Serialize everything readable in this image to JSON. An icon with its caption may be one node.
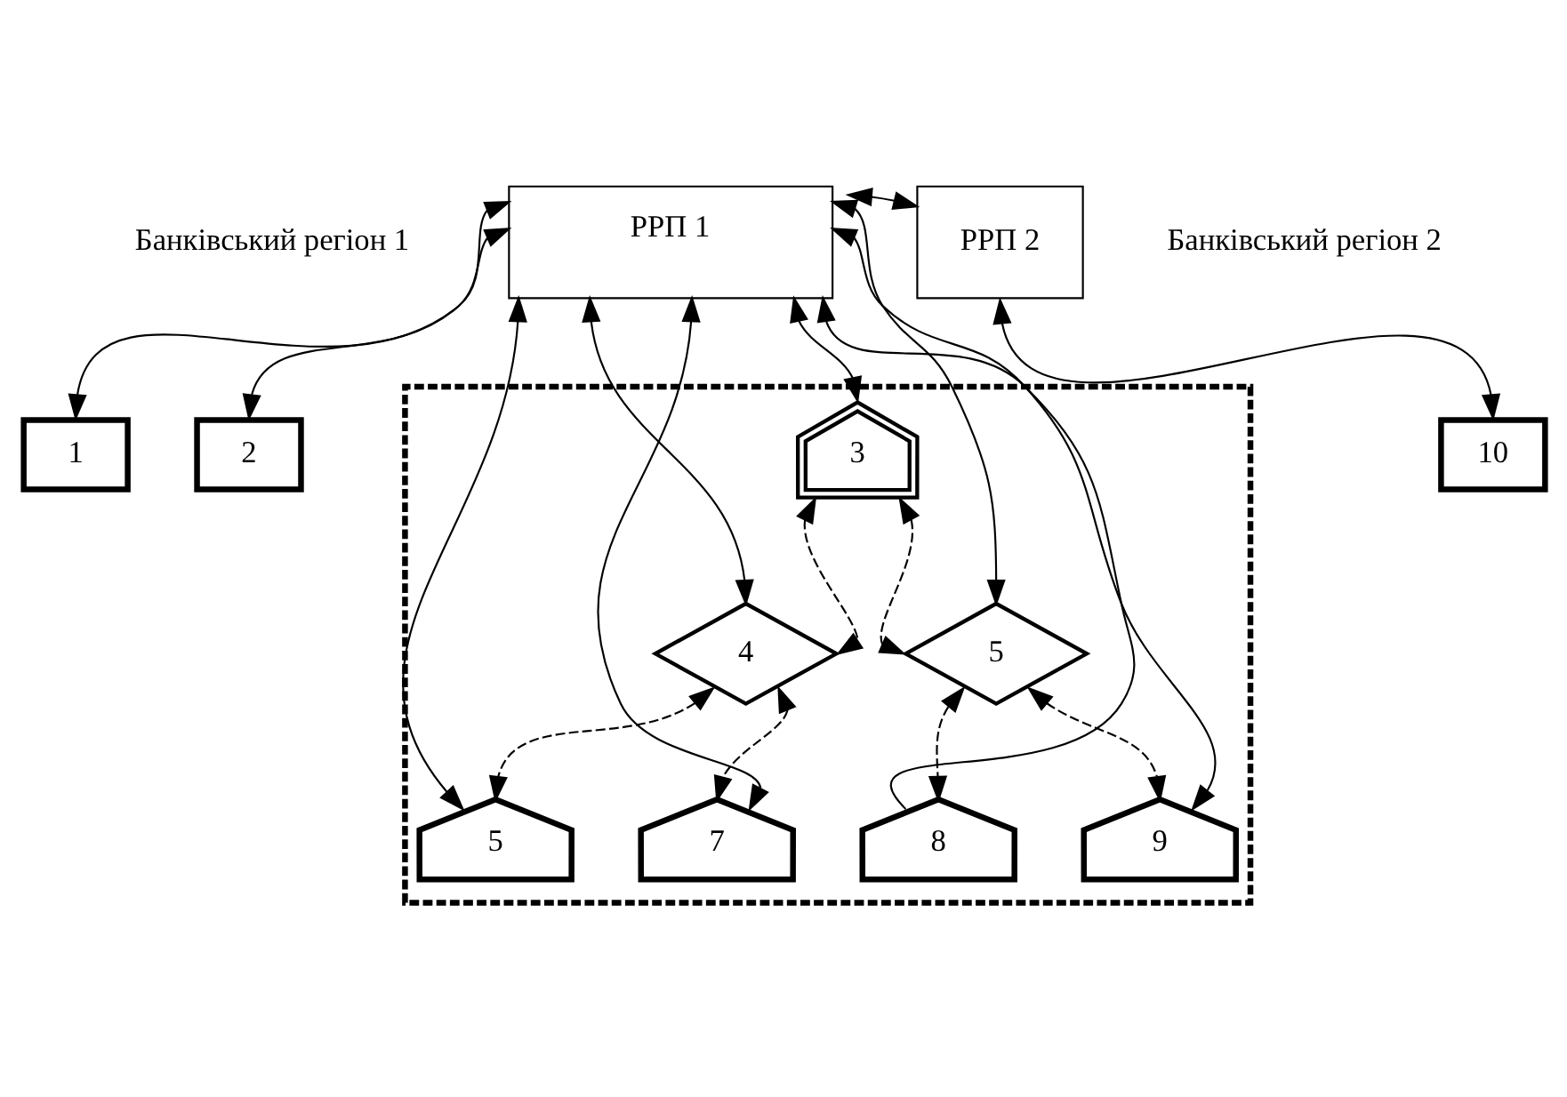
{
  "diagram": {
    "nodes": [
      {
        "text": [
          "РРП 1"
        ]
      },
      {
        "text": [
          "РРП 2"
        ]
      },
      {
        "text": [],
        "shape": "box"
      },
      {
        "text": [
          "3"
        ],
        "in": 2
      },
      {
        "text": [
          "4"
        ],
        "in": 2
      },
      {
        "text": [
          "5"
        ],
        "in": 2
      },
      {
        "text": [
          "1"
        ]
      },
      {
        "text": [
          "2"
        ]
      },
      {
        "text": [
          "5"
        ],
        "in": 2
      },
      {
        "text": [
          "7"
        ],
        "in": 2
      },
      {
        "text": [
          "8"
        ],
        "in": 2
      },
      {
        "text": [
          "9"
        ],
        "in": 2
      },
      {
        "text": [
          "10"
        ]
      }
    ],
    "edges": [
      {
        "from": 0,
        "to": 6,
        "arrow": "both"
      },
      {
        "from": 0,
        "to": 7,
        "arrow": "both"
      },
      {
        "from": 0,
        "to": 8,
        "arrow": "both"
      },
      {
        "from": 0,
        "to": 4,
        "arrow": "both"
      },
      {
        "from": 0,
        "to": 9,
        "arrow": "both"
      },
      {
        "from": 0,
        "to": 3,
        "arrow": "both"
      },
      {
        "from": 0,
        "to": 1,
        "arrow": "both"
      },
      {
        "from": 0,
        "to": 11,
        "arrow": "both"
      },
      {
        "from": 0,
        "to": 5,
        "arrow": "both"
      },
      {
        "from": 10,
        "to": 0,
        "arrow": "to"
      },
      {
        "from": 3,
        "to": 4,
        "arrow": "both",
        "style": "dashed"
      },
      {
        "from": 3,
        "to": 5,
        "arrow": "both",
        "style": "dashed"
      },
      {
        "from": 4,
        "to": 8,
        "arrow": "both",
        "style": "dashed"
      },
      {
        "from": 4,
        "to": 9,
        "arrow": "both",
        "style": "dashed"
      },
      {
        "from": 5,
        "to": 10,
        "arrow": "both",
        "style": "dashed"
      },
      {
        "from": 5,
        "to": 11,
        "arrow": "both",
        "style": "dashed"
      },
      {
        "from": 1,
        "to": 12,
        "arrow": "both"
      }
    ],
    "labels": [
      "Банківський регіон 1",
      "Банківський регіон 2"
    ]
  }
}
